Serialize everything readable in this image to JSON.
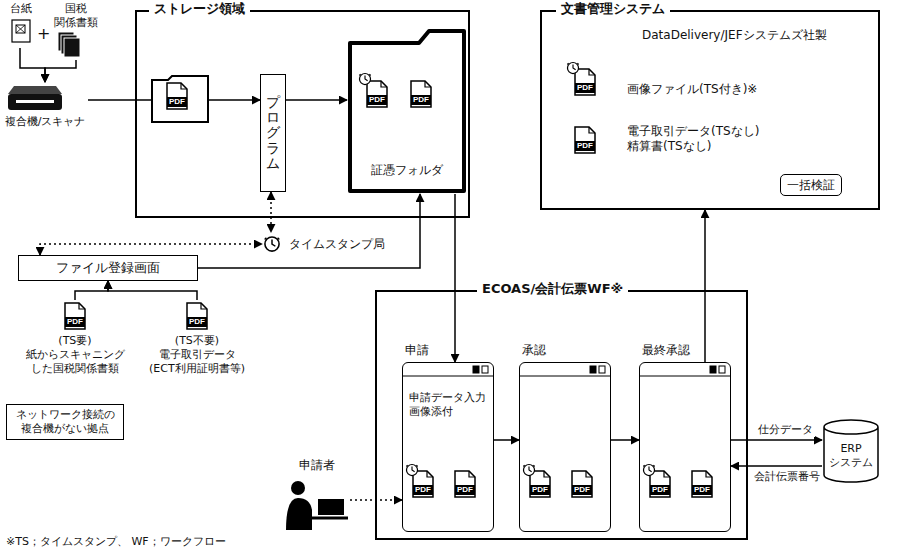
{
  "diagram": {
    "nodes": [
      {
        "text": [
          "台紙"
        ]
      },
      {
        "text": [
          "国税 関係書類"
        ]
      },
      {
        "text": [
          "ストレージ領域"
        ]
      },
      {
        "text": [
          "プログラム"
        ],
        "in": 2
      },
      {
        "text": [
          "証憑フォルダ"
        ],
        "in": 2
      },
      {
        "text": [
          "文書管理システム",
          "DataDelivery/JEFシステムズ社製",
          "画像ファイル(TS付き)※",
          "電子取引データ(TSなし) 精算書(TSなし)"
        ]
      },
      {
        "text": [
          "一括検証"
        ],
        "in": 5
      },
      {
        "text": [
          "複合機/スキャナ"
        ]
      },
      {
        "text": [
          "タイムスタンプ局"
        ]
      },
      {
        "text": [
          "ファイル登録画面"
        ]
      },
      {
        "text": [
          "ECOAS/会計伝票WF※"
        ]
      },
      {
        "text": [
          "申請",
          "申請データ入力 画像添付"
        ],
        "in": 10
      },
      {
        "text": [
          "承認"
        ],
        "in": 10
      },
      {
        "text": [
          "最終承認"
        ],
        "in": 10
      },
      {
        "text": [
          "申請者"
        ]
      },
      {
        "text": [
          "ERP システム"
        ]
      },
      {
        "text": [
          "(TS要) 紙からスキャニング した国税関係書類"
        ]
      },
      {
        "text": [
          "(TS不要) 電子取引データ (ECT利用証明書等)"
        ]
      },
      {
        "text": [
          "ネットワーク接続の 複合機がない拠点"
        ]
      }
    ],
    "edges": [
      {
        "from": 0,
        "to": 7,
        "arrow": "to"
      },
      {
        "from": 1,
        "to": 7,
        "arrow": "to"
      },
      {
        "from": 7,
        "to": 3,
        "arrow": "to"
      },
      {
        "from": 3,
        "to": 4,
        "arrow": "to"
      },
      {
        "from": 3,
        "to": 8,
        "arrow": "both"
      },
      {
        "from": 9,
        "to": 8,
        "arrow": "both"
      },
      {
        "from": 9,
        "to": 4,
        "arrow": "to"
      },
      {
        "from": 16,
        "to": 9,
        "arrow": "to"
      },
      {
        "from": 17,
        "to": 9,
        "arrow": "to"
      },
      {
        "from": 4,
        "to": 11,
        "arrow": "to"
      },
      {
        "from": 14,
        "to": 11,
        "arrow": "to"
      },
      {
        "from": 11,
        "to": 12,
        "arrow": "to"
      },
      {
        "from": 12,
        "to": 13,
        "arrow": "to"
      },
      {
        "from": 13,
        "to": 5,
        "arrow": "to"
      },
      {
        "from": 13,
        "to": 15,
        "label": "仕分データ",
        "arrow": "to"
      },
      {
        "from": 15,
        "to": 13,
        "label": "会計伝票番号",
        "arrow": "to"
      }
    ],
    "labels": [
      "+",
      "PDF",
      "PDF",
      "PDF",
      "PDF",
      "PDF",
      "PDF",
      "PDF",
      "PDF",
      "PDF",
      "PDF",
      "PDF",
      "PDF",
      "PDF",
      "※TS；タイムスタンプ、 WF；ワークフロー"
    ]
  }
}
